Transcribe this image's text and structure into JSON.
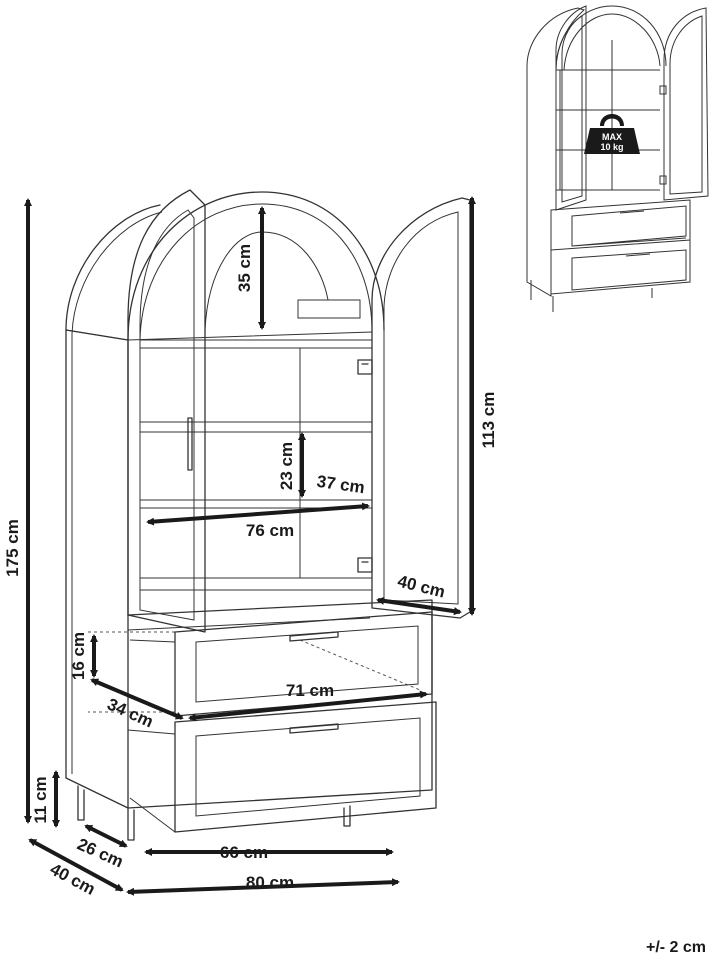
{
  "dimensions": {
    "total_height": "175 cm",
    "arch_height": "35 cm",
    "door_height": "113 cm",
    "shelf_gap": "23 cm",
    "shelf_depth": "37 cm",
    "shelf_width": "76 cm",
    "door_width": "40 cm",
    "drawer_height": "16 cm",
    "drawer_width": "71 cm",
    "drawer_depth": "34 cm",
    "leg_height": "11 cm",
    "base_depth": "26 cm",
    "base_width": "66 cm",
    "overall_depth": "40 cm",
    "overall_width": "80 cm"
  },
  "inset": {
    "weight_badge": {
      "line1": "MAX",
      "line2": "10 kg"
    }
  },
  "tolerance": "+/- 2 cm",
  "colors": {
    "line": "#333333",
    "text": "#1a1a1a",
    "background": "#ffffff"
  }
}
